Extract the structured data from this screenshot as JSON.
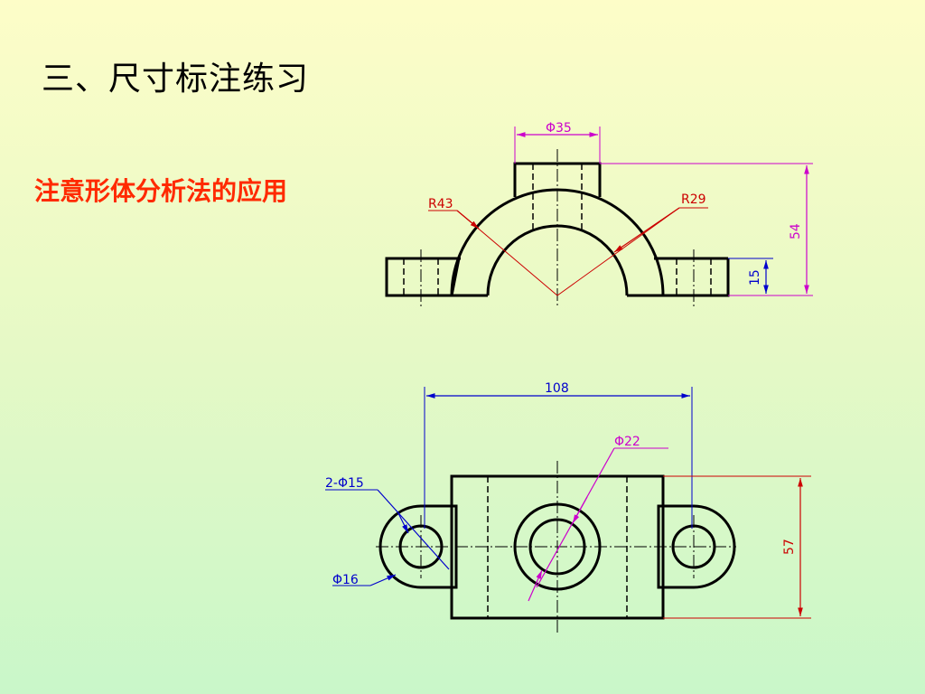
{
  "slide": {
    "title": "三、尺寸标注练习",
    "note": "注意形体分析法的应用"
  },
  "front_view": {
    "dim_phi35": "Φ35",
    "dim_r43": "R43",
    "dim_r29": "R29",
    "dim_54": "54",
    "dim_15": "15"
  },
  "top_view": {
    "dim_108": "108",
    "dim_phi22": "Φ22",
    "dim_2phi15": "2-Φ15",
    "dim_phi16": "Φ16",
    "dim_57": "57"
  },
  "colors": {
    "outline": "#000000",
    "magenta_dim": "#cc00cc",
    "blue_dim": "#0000cc",
    "red_dim": "#cc0000",
    "note_text": "#ff2a00"
  }
}
